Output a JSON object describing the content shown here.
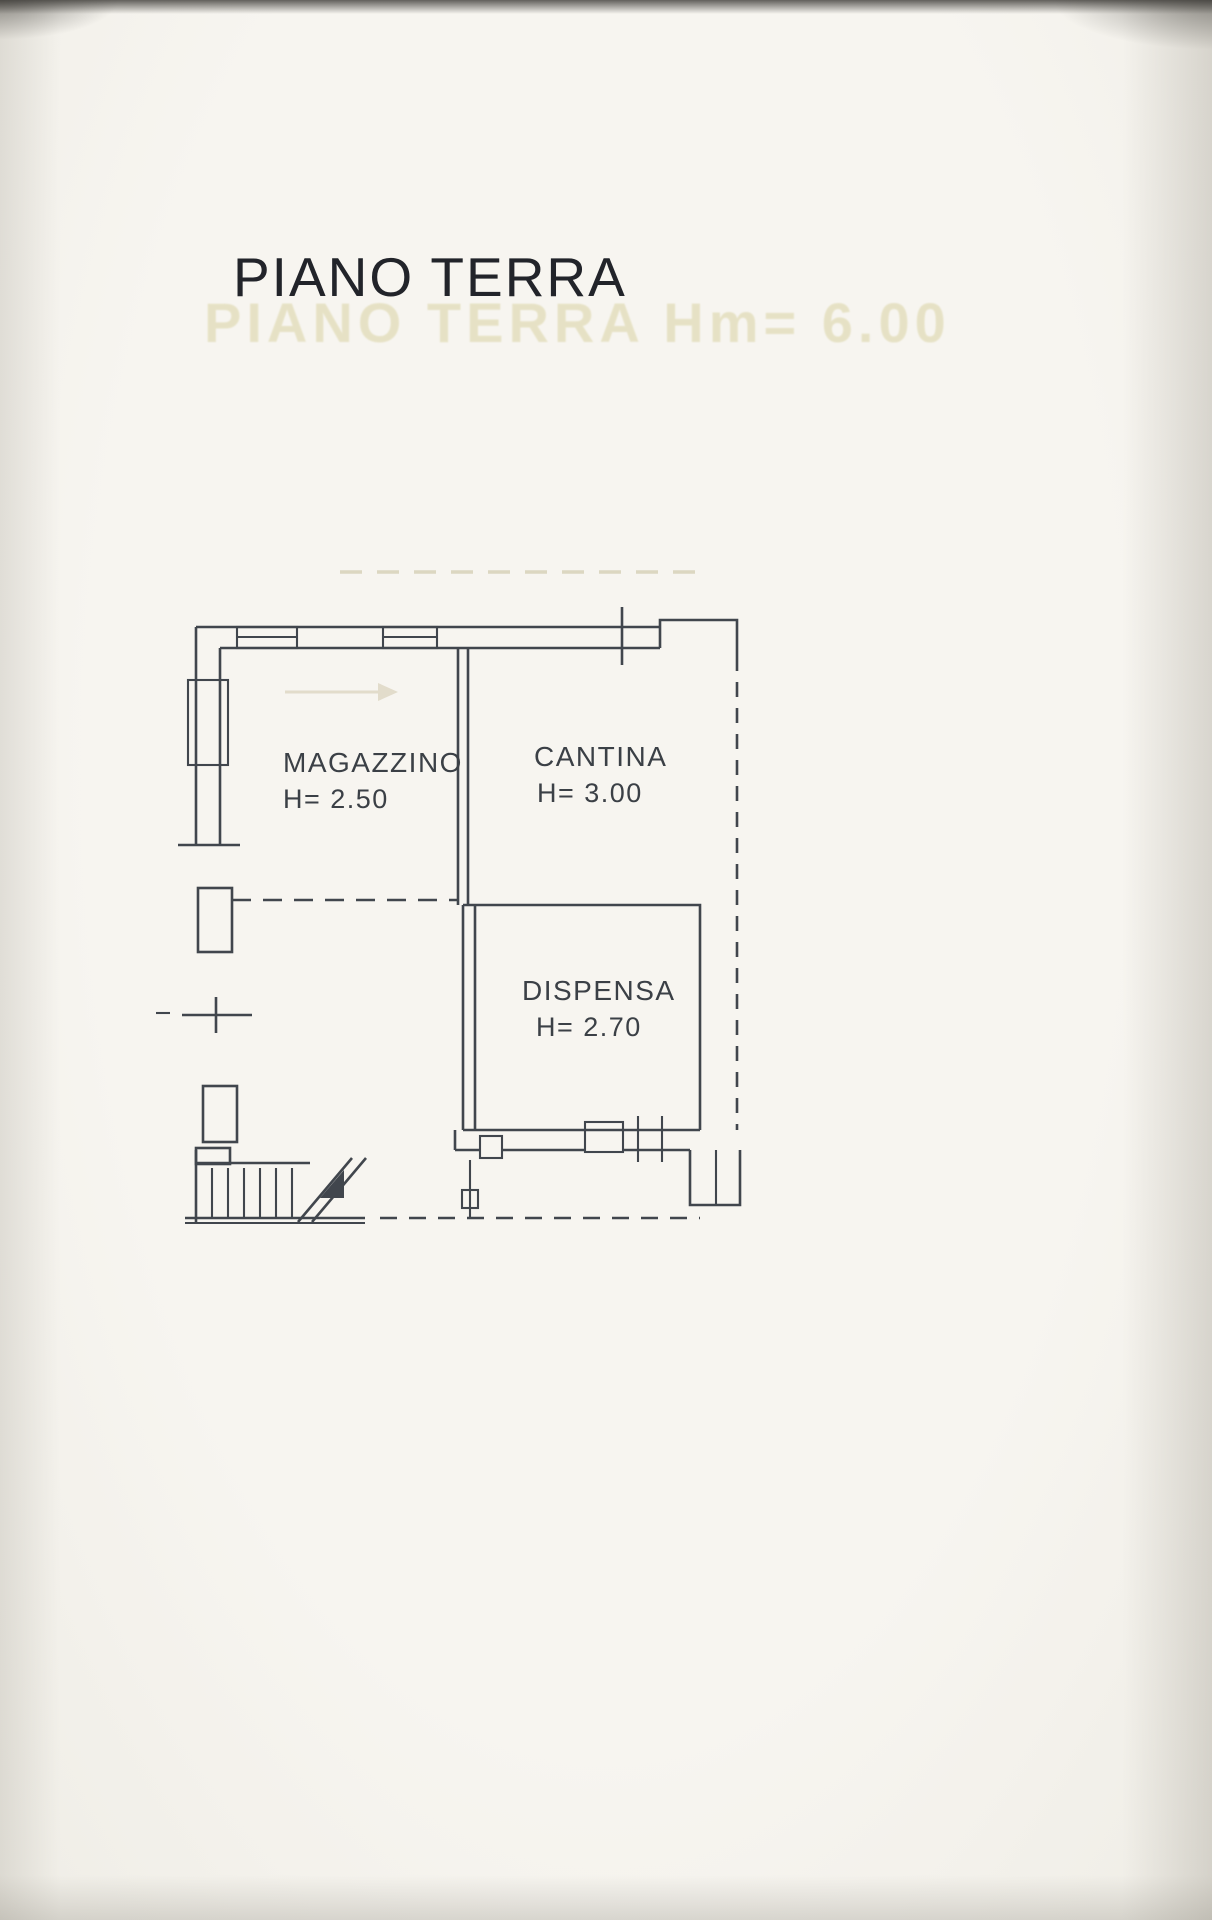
{
  "page": {
    "title": "PIANO TERRA",
    "ghost_text": "PIANO TERRA Hm= 6.00"
  },
  "rooms": [
    {
      "name": "MAGAZZINO",
      "height": "H= 2.50"
    },
    {
      "name": "CANTINA",
      "height": "H= 3.00"
    },
    {
      "name": "DISPENSA",
      "height": "H= 2.70"
    }
  ],
  "colors": {
    "paper": "#f4f2ec",
    "ink": "#41464d",
    "ghost_bleedthrough": "#d9d2a2",
    "title_text": "#22242a"
  }
}
